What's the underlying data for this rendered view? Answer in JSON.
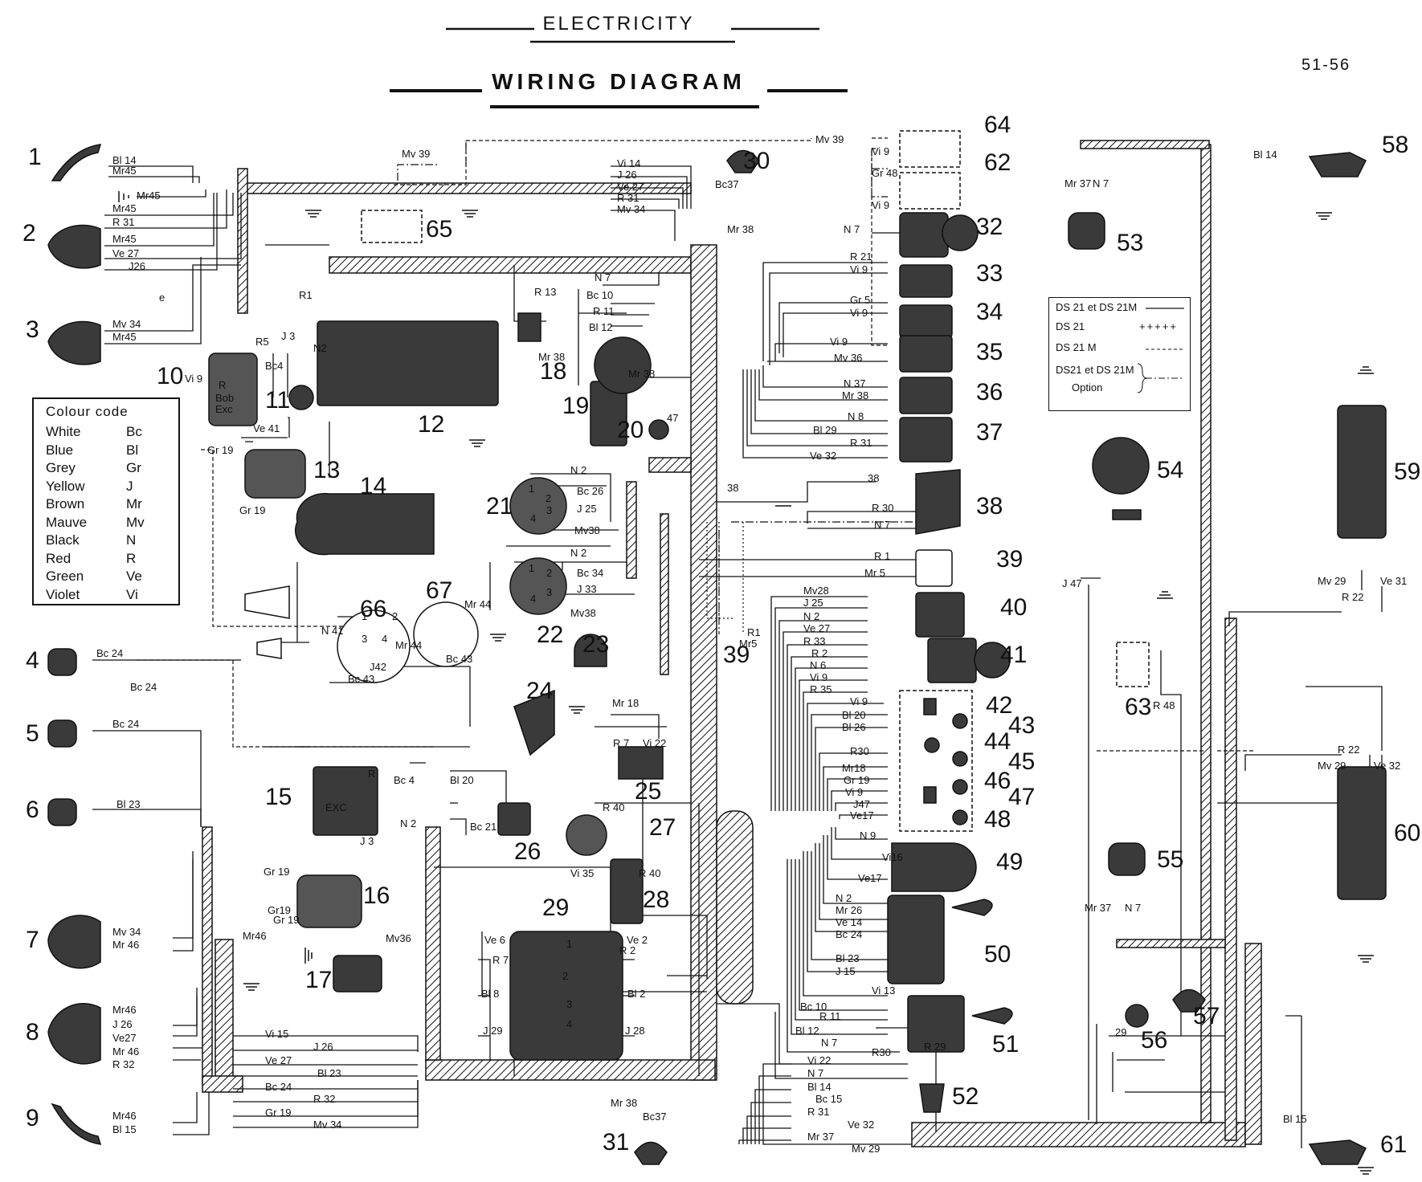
{
  "header": {
    "title": "ELECTRICITY",
    "subtitle": "WIRING DIAGRAM",
    "page": "51-56"
  },
  "legend": {
    "title": "Colour code",
    "entries": [
      {
        "name": "White",
        "code": "Bc"
      },
      {
        "name": "Blue",
        "code": "Bl"
      },
      {
        "name": "Grey",
        "code": "Gr"
      },
      {
        "name": "Yellow",
        "code": "J"
      },
      {
        "name": "Brown",
        "code": "Mr"
      },
      {
        "name": "Mauve",
        "code": "Mv"
      },
      {
        "name": "Black",
        "code": "N"
      },
      {
        "name": "Red",
        "code": "R"
      },
      {
        "name": "Green",
        "code": "Ve"
      },
      {
        "name": "Violet",
        "code": "Vi"
      }
    ]
  },
  "variants": {
    "row1": "DS 21 et DS 21M",
    "row2": "DS 21",
    "row2_marker": "+++++",
    "row3": "DS 21 M",
    "row4a": "DS21 et DS 21M",
    "row4b": "Option"
  },
  "component_numbers": [
    "1",
    "2",
    "3",
    "4",
    "5",
    "6",
    "7",
    "8",
    "9",
    "10",
    "11",
    "12",
    "13",
    "14",
    "15",
    "16",
    "17",
    "18",
    "19",
    "20",
    "21",
    "22",
    "23",
    "24",
    "25",
    "26",
    "27",
    "28",
    "29",
    "30",
    "31",
    "32",
    "33",
    "34",
    "35",
    "36",
    "37",
    "38",
    "39",
    "39",
    "40",
    "41",
    "42",
    "43",
    "44",
    "45",
    "46",
    "47",
    "48",
    "49",
    "50",
    "51",
    "52",
    "53",
    "54",
    "55",
    "56",
    "57",
    "58",
    "59",
    "60",
    "61",
    "62",
    "63",
    "64",
    "65",
    "66",
    "67"
  ],
  "wire_labels": {
    "c1": [
      "Bl 14",
      "Mr45",
      "Mr45"
    ],
    "c2": [
      "Mr45",
      "R 31",
      "Mr45",
      "Ve 27",
      "J26"
    ],
    "c3": [
      "Mv 34",
      "Mr45"
    ],
    "c4": [
      "Bc 24"
    ],
    "c5": [
      "Bc 24",
      "Bc 24"
    ],
    "c6": [
      "Bl 23"
    ],
    "c7": [
      "Mv 34",
      "Mr 46"
    ],
    "c8": [
      "Mr46",
      "J 26",
      "Ve27",
      "Mr 46",
      "R 32"
    ],
    "c9": [
      "Mr46",
      "Bl 15"
    ],
    "c10": [
      "Vi 9",
      "R5",
      "Bc4",
      "R",
      "Bob",
      "Exc",
      "J 3",
      "R1",
      "N2",
      "Ve 41"
    ],
    "c13": [
      "Gr 19",
      "Gr 19"
    ],
    "c15": [
      "R",
      "Bc 4",
      "Bl 20",
      "EXC",
      "J 3",
      "N 2",
      "Bc 21"
    ],
    "c16": [
      "Gr 19",
      "Gr19",
      "Gr 19"
    ],
    "c17": [
      "Mv36",
      "Mr46"
    ],
    "c18": [
      "R 13",
      "Mr 38"
    ],
    "c19": [
      "N 7",
      "Bc 10",
      "R 11",
      "Bl 12",
      "Mr 38"
    ],
    "c20": [
      "47"
    ],
    "c21": [
      "N 2",
      "Bc 26",
      "J 25",
      "Mv38",
      "1",
      "2",
      "3",
      "4"
    ],
    "c22": [
      "N 2",
      "Bc 34",
      "J 33",
      "Mv38",
      "1",
      "2",
      "3",
      "4"
    ],
    "c23": [
      "Mr 18"
    ],
    "c25": [
      "R 7",
      "Vi 22"
    ],
    "c27": [
      "R 40"
    ],
    "c28": [
      "Vi 35",
      "R 40"
    ],
    "c29": [
      "Ve 6",
      "Ve 2",
      "R 7",
      "R 2",
      "Bl 8",
      "Bl 2",
      "J 29",
      "J 28",
      "1",
      "2",
      "3",
      "4"
    ],
    "c30": [
      "Bc37",
      "Mr 38"
    ],
    "c31": [
      "Mr 38",
      "Bc37"
    ],
    "c32": [
      "N 7"
    ],
    "c33": [
      "R 21",
      "Vi 9"
    ],
    "c34": [
      "Gr 5",
      "Vi 9"
    ],
    "c35": [
      "Vi 9",
      "Mv 36"
    ],
    "c36": [
      "N 37",
      "Mr 38"
    ],
    "c37": [
      "N 8",
      "Bl 29",
      "R 31",
      "Ve 32"
    ],
    "c38": [
      "38",
      "38",
      "R 30",
      "N 7"
    ],
    "c39": [
      "R 1",
      "Mr 5",
      "R1",
      "Mr5"
    ],
    "c40": [
      "Mv28",
      "J 25",
      "N 2",
      "Ve 27"
    ],
    "c41": [
      "R 33",
      "R 2",
      "N 6",
      "Vi 9",
      "R 35"
    ],
    "c42_48": [
      "Vi 9",
      "Bl 20",
      "Bl 26",
      "R30",
      "Mr18",
      "Gr 19",
      "Vi 9",
      "J47",
      "Ve17"
    ],
    "c49": [
      "N 9",
      "Vi16",
      "Ve17"
    ],
    "c50": [
      "N 2",
      "Mr 26",
      "Ve 14",
      "Bc 24",
      "Bl 23",
      "J 15"
    ],
    "c51": [
      "Vi 13",
      "Bc 10",
      "R 11",
      "Bl 12",
      "N 7"
    ],
    "c52": [
      "R30",
      "R 29"
    ],
    "c53": [
      "Mr 37",
      "N 7"
    ],
    "c54": [
      "J 47"
    ],
    "c55": [
      "Mr 37",
      "N 7"
    ],
    "c56": [
      "29"
    ],
    "c58": [
      "Bl 14"
    ],
    "c59": [
      "Mv 29",
      "R 22",
      "Ve 31"
    ],
    "c60": [
      "R 22",
      "Mv 29",
      "Ve 32"
    ],
    "c61": [
      "Bl 15"
    ],
    "c63": [
      "R 48"
    ],
    "c62_64": [
      "Mv 39",
      "Vi 9",
      "Gr 48",
      "Vi 9"
    ],
    "c65": [
      "Mv 39"
    ],
    "c66": [
      "N 41",
      "Mr 44",
      "J42",
      "Bc 43",
      "1",
      "2",
      "3",
      "4"
    ],
    "c67": [
      "Mr 44",
      "Bc 43"
    ],
    "top_bus": [
      "Vi 14",
      "J 26",
      "Ve 27",
      "R 31",
      "Mv 34"
    ],
    "bottom_bus_left": [
      "Vi 15",
      "J 26",
      "Ve 27",
      "Bl 23",
      "Bc 24",
      "R 32",
      "Gr 19",
      "Mv 34"
    ],
    "bottom_bus_right": [
      "Vi 22",
      "N 7",
      "Bl 14",
      "Bc 15",
      "R 31",
      "Ve 32",
      "Mr 37",
      "Mv 29"
    ],
    "misc": [
      "e"
    ]
  },
  "colors": {
    "ink": "#111111",
    "fill": "#3a3a3a",
    "paper": "#ffffff"
  }
}
